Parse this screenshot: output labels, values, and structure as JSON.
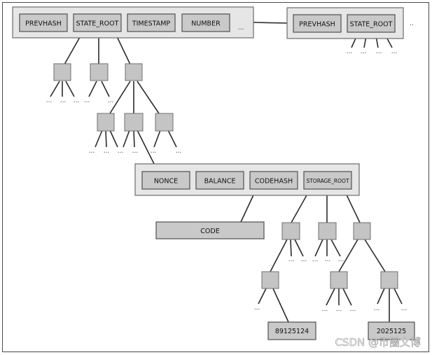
{
  "block1": {
    "fields": [
      "PREVHASH",
      "STATE_ROOT",
      "TIMESTAMP",
      "NUMBER"
    ],
    "more": "..."
  },
  "block2": {
    "fields": [
      "PREVHASH",
      "STATE_ROOT"
    ],
    "more": ".."
  },
  "account": {
    "fields": [
      "NONCE",
      "BALANCE",
      "CODEHASH",
      "STORAGE_ROOT"
    ]
  },
  "code_label": "CODE",
  "storage_values": [
    "89125124",
    "2025125"
  ],
  "ellipsis": "...",
  "watermark": "CSDN @币圈文博"
}
